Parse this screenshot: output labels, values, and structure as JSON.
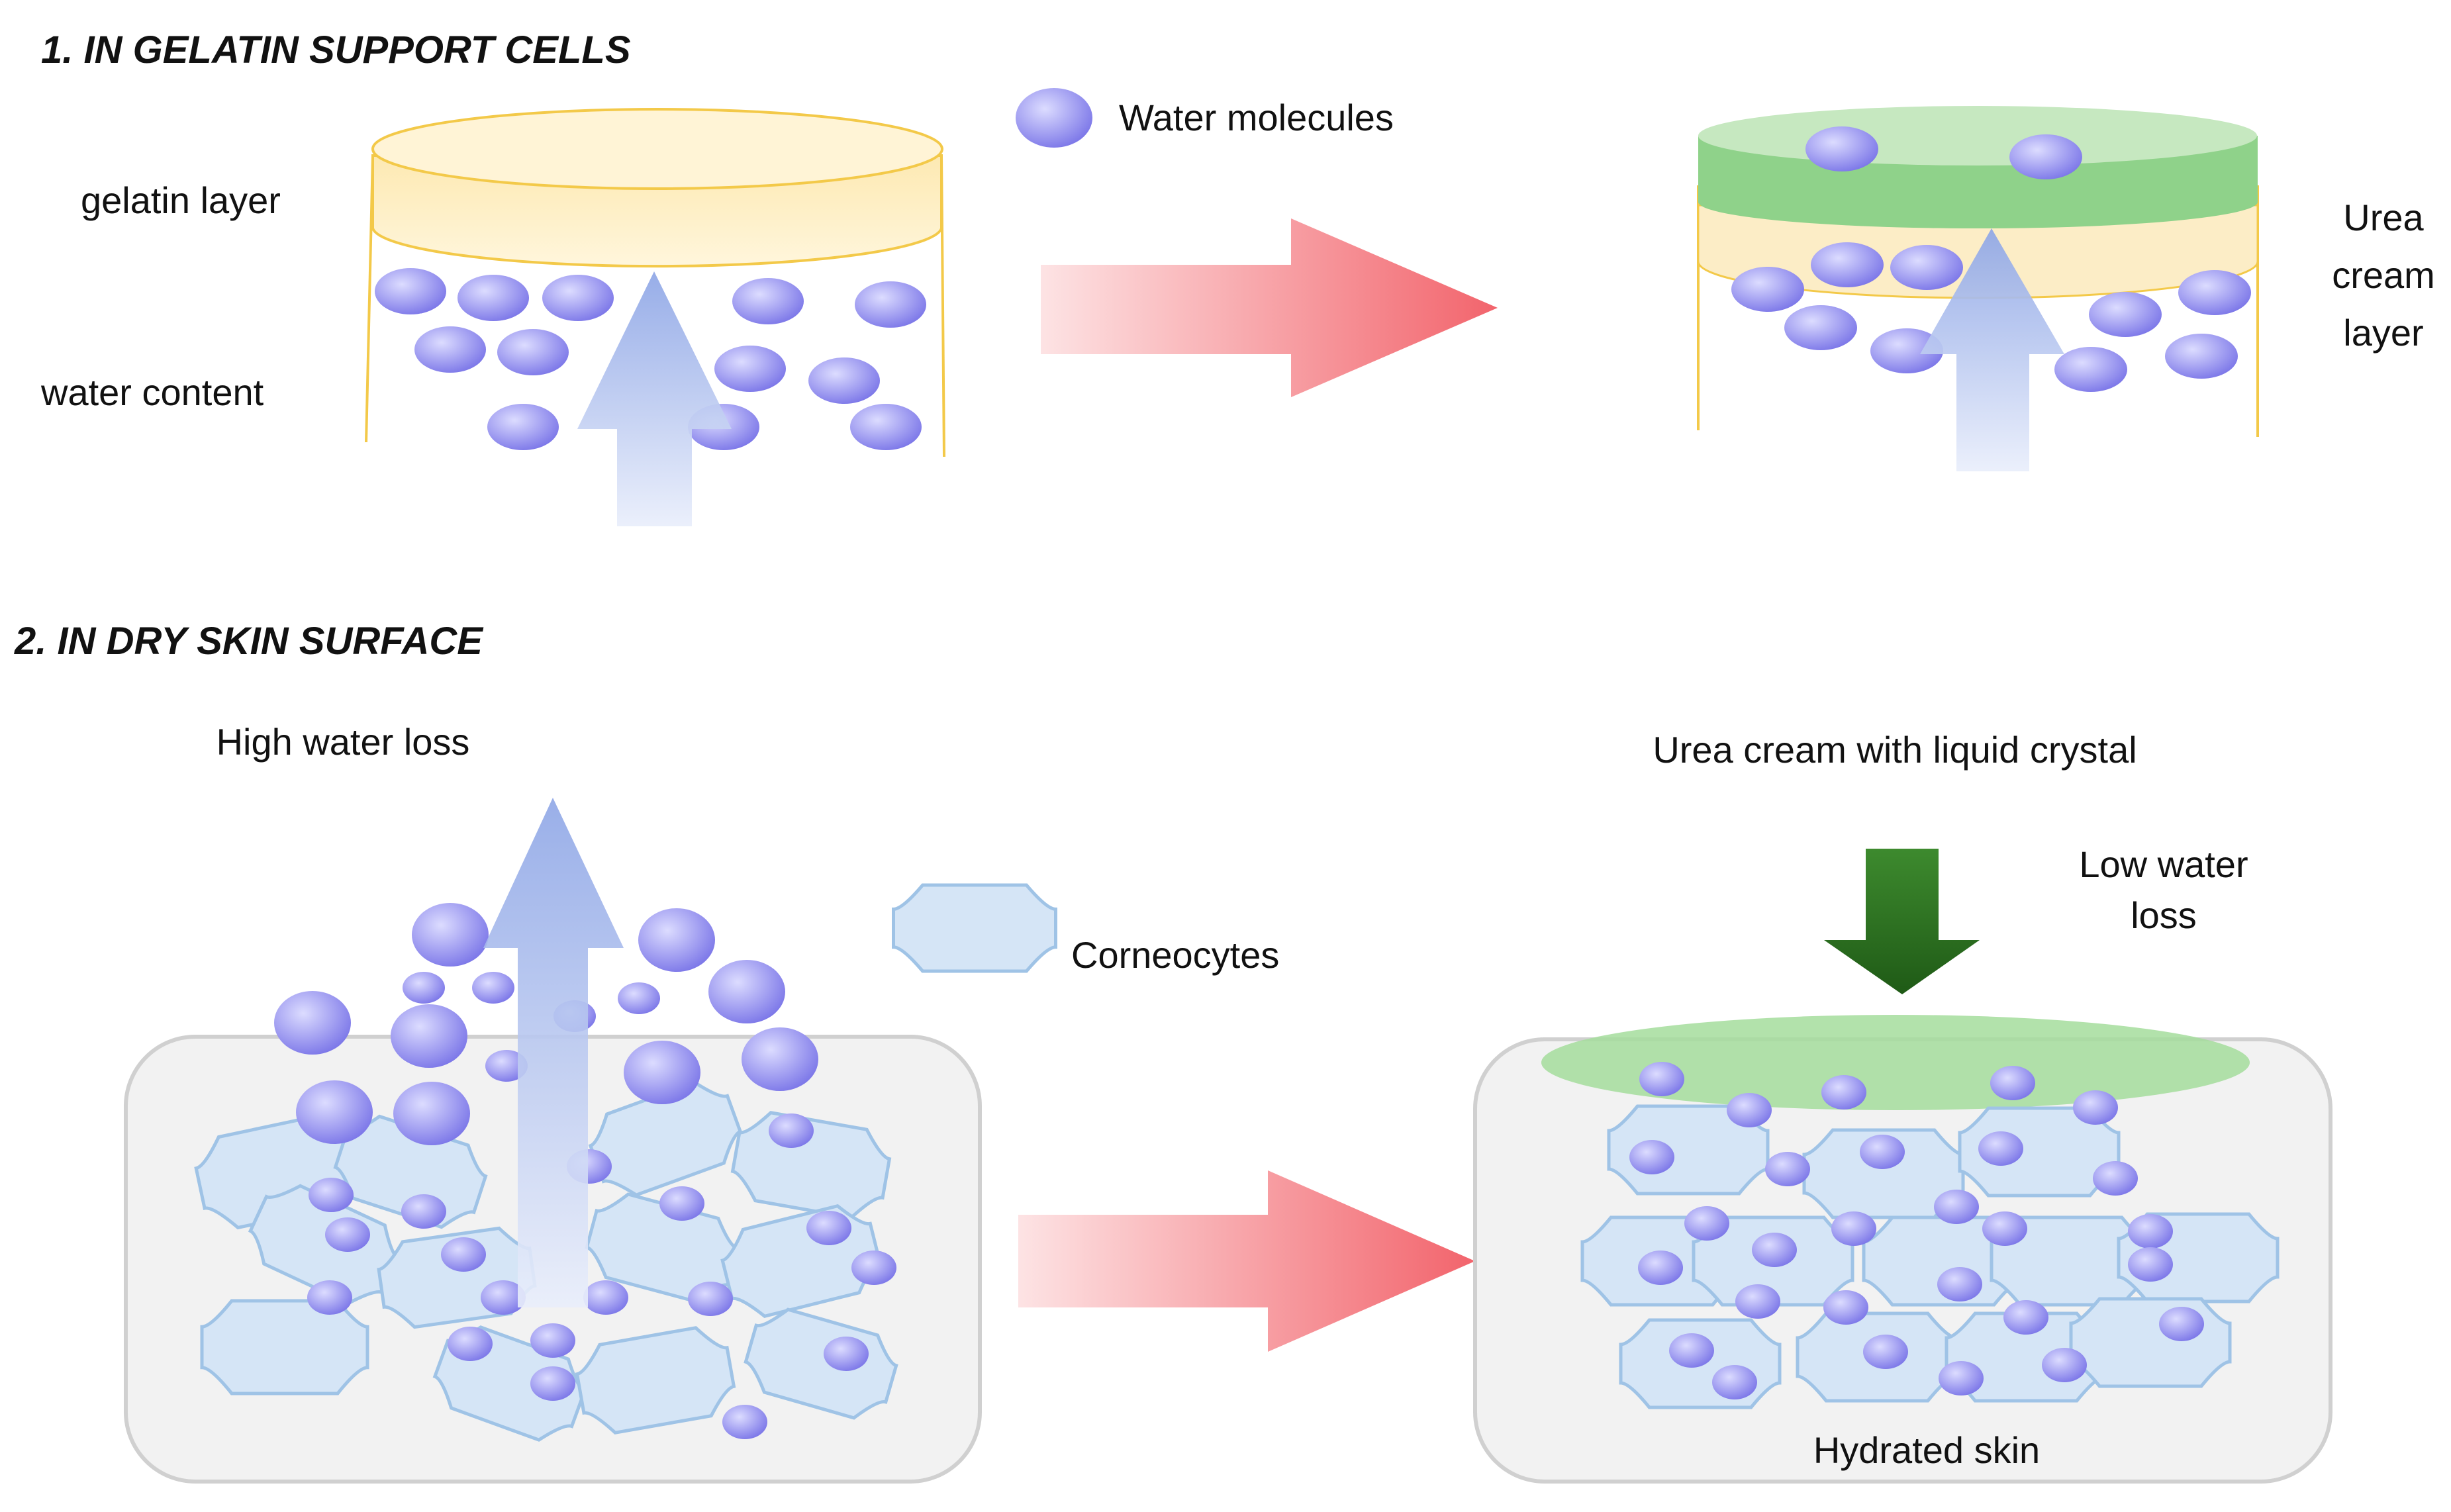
{
  "section1": {
    "title": "1. IN GELATIN SUPPORT CELLS",
    "gelatin_label": "gelatin layer",
    "water_label": "water content",
    "legend_water": "Water molecules",
    "urea_label_lines": [
      "Urea",
      "cream",
      "layer"
    ]
  },
  "section2": {
    "title": "2. IN DRY SKIN SURFACE",
    "high_loss_label": "High water loss",
    "legend_corneocytes": "Corneocytes",
    "cream_label": "Urea cream with liquid crystal",
    "low_loss_lines": [
      "Low water",
      "loss"
    ],
    "hydrated_label": "Hydrated skin"
  },
  "colors": {
    "gelatin": "#fdf0c4",
    "gelatin_edge": "#f3c949",
    "urea_green": "#8fd28a",
    "urea_light": "#c6e8c0",
    "water_light": "#c9c8ff",
    "water_dark": "#7b76e8",
    "arrow_blue": "#8fa8e8",
    "transition_arrow": "#f26b72",
    "corneocyte_fill": "#d5e5f6",
    "corneocyte_edge": "#9fc3e6",
    "skin_box": "#f2f2f2",
    "green_arrow": "#2a6a1f"
  }
}
